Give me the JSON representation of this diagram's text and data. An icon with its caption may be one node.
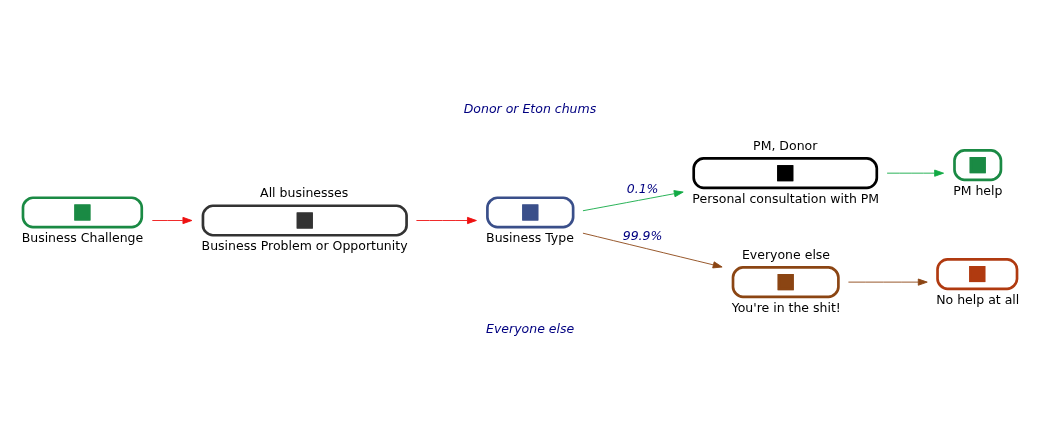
{
  "diagram": {
    "nodes": [
      {
        "text": [
          "Business Challenge"
        ]
      },
      {
        "text": [
          "Business Problem or Opportunity"
        ],
        "beside": [
          "All businesses"
        ]
      },
      {
        "text": [
          "Business Type"
        ]
      },
      {
        "text": [
          "Personal consultation with PM"
        ],
        "beside": [
          "PM, Donor"
        ]
      },
      {
        "text": [
          "PM help"
        ]
      },
      {
        "text": [
          "You're in the shit!"
        ],
        "beside": [
          "Everyone else"
        ]
      },
      {
        "text": [
          "No help at all"
        ]
      }
    ],
    "edges": [
      {
        "from": 0,
        "to": 1,
        "arrow": "to",
        "color": "#ee1111"
      },
      {
        "from": 1,
        "to": 2,
        "arrow": "to",
        "color": "#ee1111"
      },
      {
        "from": 2,
        "to": 3,
        "arrow": "to",
        "label": "0.1%",
        "color": "#11aa44"
      },
      {
        "from": 3,
        "to": 4,
        "arrow": "to",
        "color": "#11aa44"
      },
      {
        "from": 2,
        "to": 5,
        "arrow": "to",
        "label": "99.9%",
        "color": "#8b4513"
      },
      {
        "from": 5,
        "to": 6,
        "arrow": "to",
        "color": "#8b4513"
      }
    ],
    "labels": [
      "Donor or Eton chums",
      "Everyone else"
    ]
  }
}
